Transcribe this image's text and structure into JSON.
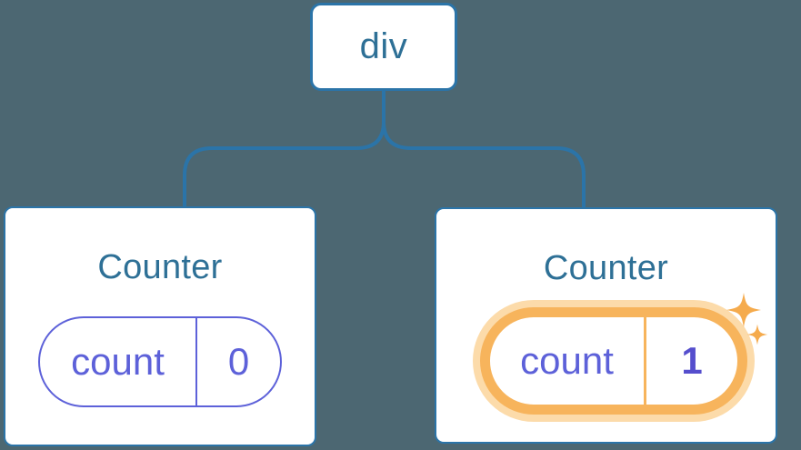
{
  "diagram": {
    "kind": "component-tree",
    "root": {
      "label": "div"
    },
    "children": [
      {
        "title": "Counter",
        "state": {
          "key": "count",
          "value": "0"
        },
        "highlighted": false
      },
      {
        "title": "Counter",
        "state": {
          "key": "count",
          "value": "1"
        },
        "highlighted": true
      }
    ]
  },
  "icons": {
    "sparkle_large": "sparkle-icon",
    "sparkle_small": "sparkle-icon"
  },
  "colors": {
    "background": "#4c6772",
    "connector": "#2b74a8",
    "node_border": "#2b74a8",
    "node_text": "#2e7096",
    "state_purple": "#5d61d9",
    "state_value_bold": "#554ecd",
    "highlight_orange": "#f7b45c",
    "highlight_glow": "#fcdbaa",
    "sparkle": "#f5ab4d",
    "node_fill": "#ffffff"
  }
}
